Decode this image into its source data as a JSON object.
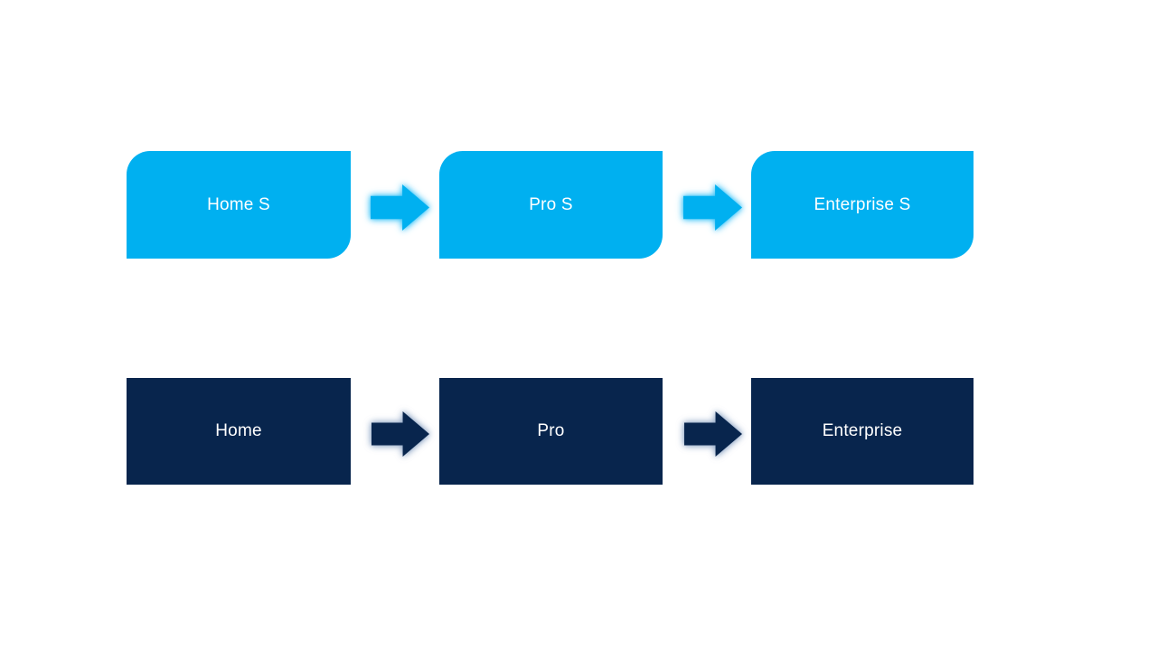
{
  "colors": {
    "canvas_bg": "#FFFFFF",
    "accent_cyan": "#00B0F0",
    "deep_navy": "#08254D",
    "label_text": "#FFFFFF",
    "grad_top": "#FFFFFF",
    "grad_mid": "#1E8DC9",
    "grad_bottom": "#052147"
  },
  "diagram": {
    "top_row": [
      {
        "label": "Home S"
      },
      {
        "label": "Pro S"
      },
      {
        "label": "Enterprise S"
      }
    ],
    "bottom_row": [
      {
        "label": "Home"
      },
      {
        "label": "Pro"
      },
      {
        "label": "Enterprise"
      }
    ],
    "icons": {
      "right_arrow": "right-arrow",
      "down_arrow": "down-arrow"
    }
  }
}
